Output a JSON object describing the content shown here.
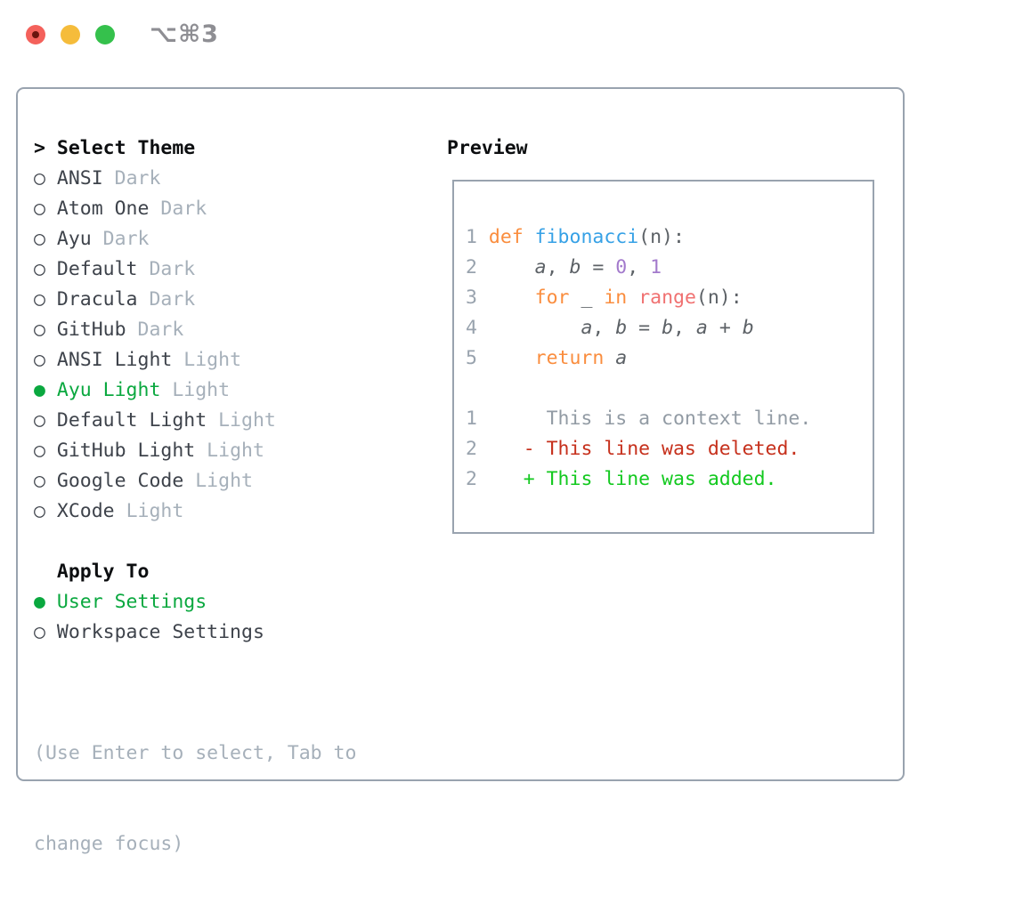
{
  "window": {
    "title": "⌥⌘3",
    "traffic_lights": [
      "close",
      "minimize",
      "zoom"
    ]
  },
  "icons": {
    "cursor": ">",
    "radio_unselected": "○",
    "radio_selected": "●"
  },
  "theme_selector": {
    "header": "Select Theme",
    "themes": [
      {
        "name": "ANSI",
        "variant": "Dark",
        "selected": false
      },
      {
        "name": "Atom One",
        "variant": "Dark",
        "selected": false
      },
      {
        "name": "Ayu",
        "variant": "Dark",
        "selected": false
      },
      {
        "name": "Default",
        "variant": "Dark",
        "selected": false
      },
      {
        "name": "Dracula",
        "variant": "Dark",
        "selected": false
      },
      {
        "name": "GitHub",
        "variant": "Dark",
        "selected": false
      },
      {
        "name": "ANSI Light",
        "variant": "Light",
        "selected": false
      },
      {
        "name": "Ayu Light",
        "variant": "Light",
        "selected": true
      },
      {
        "name": "Default Light",
        "variant": "Light",
        "selected": false
      },
      {
        "name": "GitHub Light",
        "variant": "Light",
        "selected": false
      },
      {
        "name": "Google Code",
        "variant": "Light",
        "selected": false
      },
      {
        "name": "XCode",
        "variant": "Light",
        "selected": false
      }
    ],
    "apply_to": {
      "header": "Apply To",
      "options": [
        {
          "label": "User Settings",
          "selected": true
        },
        {
          "label": "Workspace Settings",
          "selected": false
        }
      ]
    },
    "hint_lines": [
      "(Use Enter to select, Tab to",
      "change focus)"
    ]
  },
  "preview": {
    "title": "Preview",
    "lines": [
      {
        "num": "1",
        "spans": [
          {
            "t": "def",
            "c": "kw"
          },
          {
            "t": " "
          },
          {
            "t": "fibonacci",
            "c": "fn"
          },
          {
            "t": "(n):"
          }
        ]
      },
      {
        "num": "2",
        "spans": [
          {
            "t": "    "
          },
          {
            "t": "a",
            "c": "var"
          },
          {
            "t": ", "
          },
          {
            "t": "b",
            "c": "var"
          },
          {
            "t": " = "
          },
          {
            "t": "0",
            "c": "num"
          },
          {
            "t": ", "
          },
          {
            "t": "1",
            "c": "num"
          }
        ]
      },
      {
        "num": "3",
        "spans": [
          {
            "t": "    "
          },
          {
            "t": "for",
            "c": "kw"
          },
          {
            "t": " _ "
          },
          {
            "t": "in",
            "c": "kw"
          },
          {
            "t": " "
          },
          {
            "t": "range",
            "c": "call"
          },
          {
            "t": "(n):"
          }
        ]
      },
      {
        "num": "4",
        "spans": [
          {
            "t": "        "
          },
          {
            "t": "a",
            "c": "var"
          },
          {
            "t": ", "
          },
          {
            "t": "b",
            "c": "var"
          },
          {
            "t": " = "
          },
          {
            "t": "b",
            "c": "var"
          },
          {
            "t": ", "
          },
          {
            "t": "a",
            "c": "var"
          },
          {
            "t": " + "
          },
          {
            "t": "b",
            "c": "var"
          }
        ]
      },
      {
        "num": "5",
        "spans": [
          {
            "t": "    "
          },
          {
            "t": "return",
            "c": "kw"
          },
          {
            "t": " "
          },
          {
            "t": "a",
            "c": "var"
          }
        ]
      },
      {
        "num": "",
        "spans": []
      },
      {
        "num": "1",
        "spans": [
          {
            "t": "     This is a context line.",
            "c": "ctx"
          }
        ]
      },
      {
        "num": "2",
        "spans": [
          {
            "t": "   "
          },
          {
            "t": "- This line was deleted.",
            "c": "del"
          }
        ]
      },
      {
        "num": "2",
        "spans": [
          {
            "t": "   "
          },
          {
            "t": "+ This line was added.",
            "c": "add"
          }
        ]
      }
    ]
  },
  "colors": {
    "ui_green": "#0aa83f",
    "added_green": "#13c91f",
    "deleted_red": "#c6301c",
    "keyword_orange": "#fa8d3e",
    "function_blue": "#36a1e6",
    "builtin_coral": "#f07171",
    "number_purple": "#a37acc",
    "code_fg": "#5c6166",
    "context_gray": "#929ba4",
    "lineno_gray": "#99a3ae",
    "muted": "#a6b0ba",
    "text_dark": "#3e434b",
    "border_gray": "#99a3af",
    "traffic_red": "#f4615b",
    "traffic_yellow": "#f5bc3b",
    "traffic_green": "#35c14c",
    "title_gray": "#8e8e93"
  }
}
